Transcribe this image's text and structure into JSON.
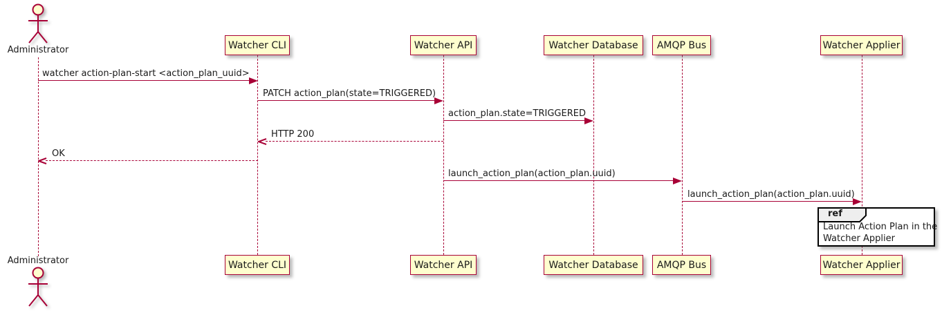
{
  "diagram": {
    "type": "uml-sequence-diagram",
    "colors": {
      "accent_line": "#A80036",
      "participant_fill": "#FEFECE",
      "ref_header_fill": "#EEEEEE",
      "ref_border": "#000000",
      "background": "#FFFFFF",
      "text": "#1A1A1A"
    },
    "actor": {
      "name": "Administrator"
    },
    "participants": [
      {
        "name": "Watcher CLI"
      },
      {
        "name": "Watcher API"
      },
      {
        "name": "Watcher Database"
      },
      {
        "name": "AMQP Bus"
      },
      {
        "name": "Watcher Applier"
      }
    ],
    "messages": [
      {
        "label": "watcher action-plan-start <action_plan_uuid>",
        "from": "Administrator",
        "to": "Watcher CLI",
        "style": "solid"
      },
      {
        "label": "PATCH action_plan(state=TRIGGERED)",
        "from": "Watcher CLI",
        "to": "Watcher API",
        "style": "solid"
      },
      {
        "label": "action_plan.state=TRIGGERED",
        "from": "Watcher API",
        "to": "Watcher Database",
        "style": "solid"
      },
      {
        "label": "HTTP 200",
        "from": "Watcher API",
        "to": "Watcher CLI",
        "style": "dashed-return"
      },
      {
        "label": "OK",
        "from": "Watcher CLI",
        "to": "Administrator",
        "style": "dashed-return"
      },
      {
        "label": "launch_action_plan(action_plan.uuid)",
        "from": "Watcher API",
        "to": "AMQP Bus",
        "style": "solid"
      },
      {
        "label": "launch_action_plan(action_plan.uuid)",
        "from": "AMQP Bus",
        "to": "Watcher Applier",
        "style": "solid"
      }
    ],
    "ref": {
      "keyword": "ref",
      "lines": [
        "Launch Action Plan in the",
        "Watcher Applier"
      ]
    }
  }
}
